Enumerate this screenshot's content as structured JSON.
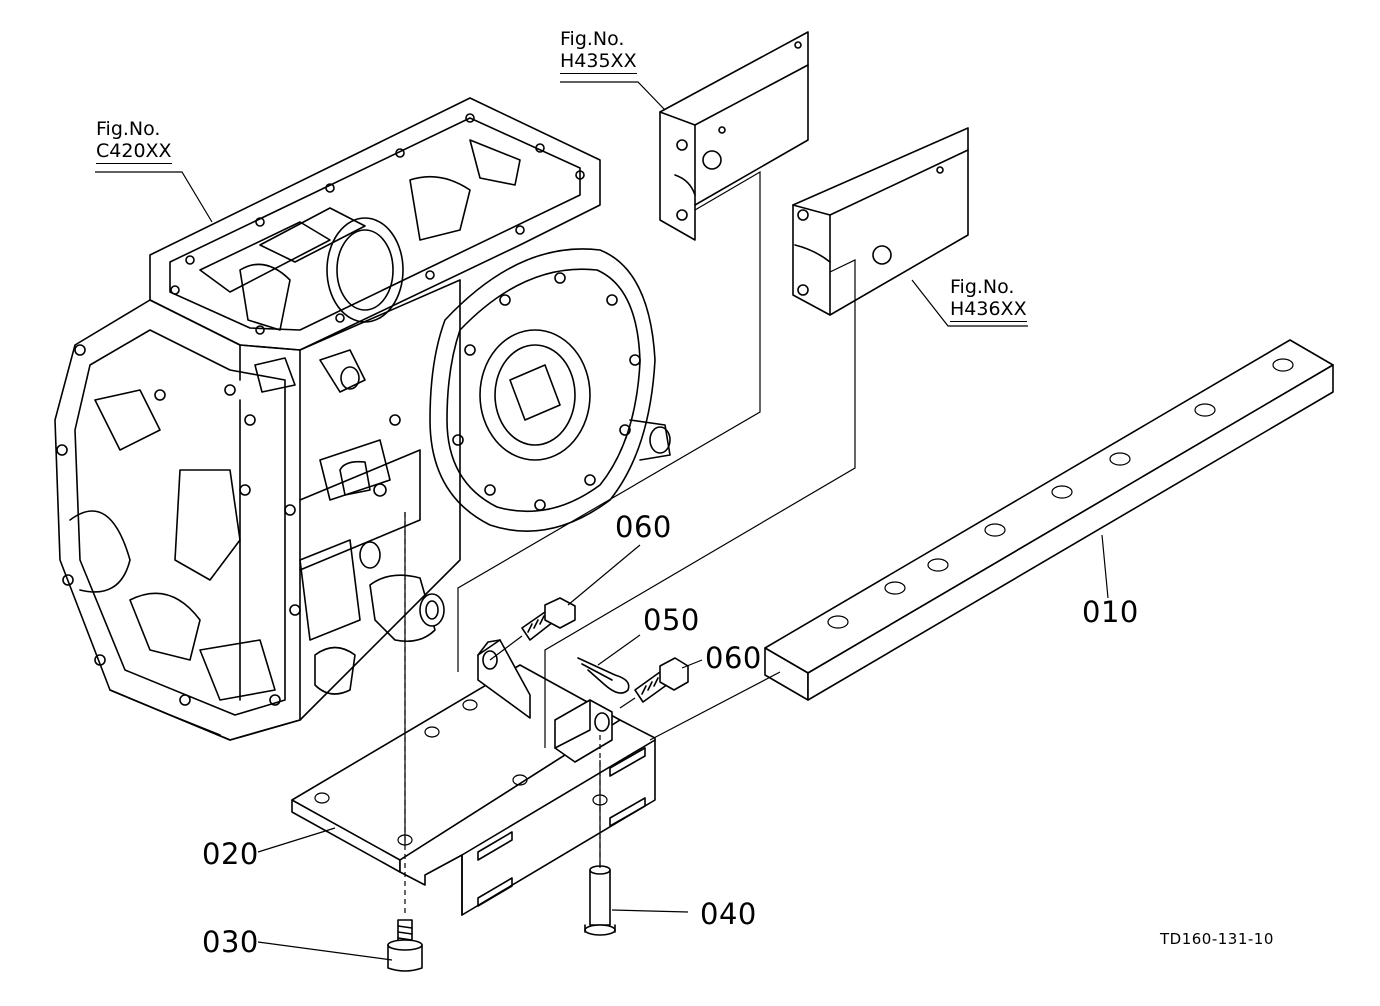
{
  "figure_refs": [
    {
      "caption": "Fig.No.",
      "number": "C420XX"
    },
    {
      "caption": "Fig.No.",
      "number": "H435XX"
    },
    {
      "caption": "Fig.No.",
      "number": "H436XX"
    }
  ],
  "part_labels": [
    "010",
    "020",
    "030",
    "040",
    "050",
    "060",
    "060"
  ],
  "drawing_code": "TD160-131-10"
}
